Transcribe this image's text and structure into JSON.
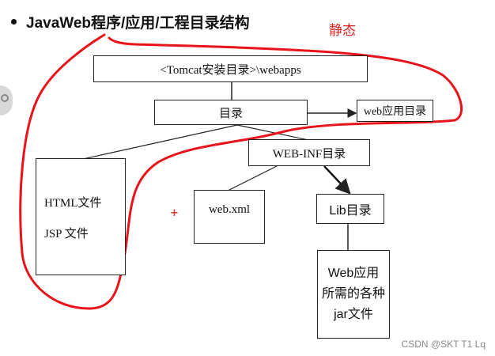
{
  "title": "JavaWeb程序/应用/工程目录结构",
  "annotation": "静态",
  "nodes": {
    "tomcat": "<Tomcat安装目录>\\webapps",
    "dir": "目录",
    "webapp_dir": "web应用目录",
    "webinf": "WEB-INF目录",
    "html_file": "HTML文件",
    "jsp_file": "JSP 文件",
    "webxml": "web.xml",
    "lib": "Lib目录",
    "jar_line1": "Web应用",
    "jar_line2": "所需的各种",
    "jar_line3": "jar文件"
  },
  "marker": "+",
  "watermark": "CSDN @SKT T1 Lq",
  "colors": {
    "annotation": "#dd2222",
    "highlight_stroke": "#e8141b",
    "line": "#222222"
  }
}
